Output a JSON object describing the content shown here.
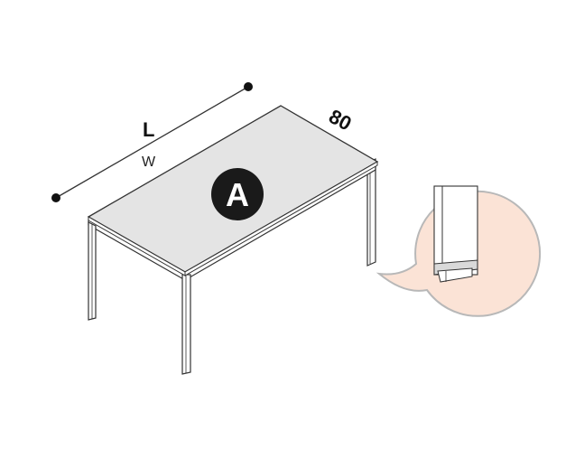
{
  "labels": {
    "length": "L",
    "width": "W",
    "depth": "80",
    "variant": "A"
  },
  "colors": {
    "line": "#333333",
    "top_surface": "#e4e4e4",
    "leg_fill": "#ffffff",
    "badge": "#1a1a1a",
    "detail_bubble": "#fbe3d6",
    "detail_outline": "#b8b8b8"
  },
  "icons": {
    "endpoint": "dot",
    "detail": "leg-foot-glide"
  }
}
